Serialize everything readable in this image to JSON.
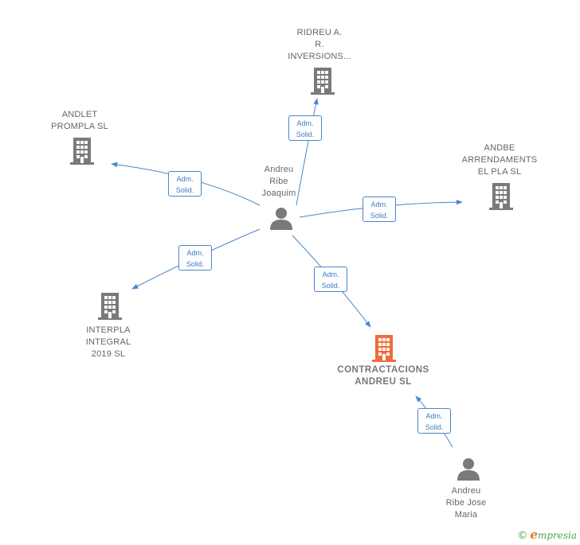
{
  "nodes": {
    "ridreu": {
      "lines": [
        "RIDREU A.",
        "R.",
        "INVERSIONS..."
      ]
    },
    "andlet": {
      "lines": [
        "ANDLET",
        "PROMPLA  SL"
      ]
    },
    "andbe": {
      "lines": [
        "ANDBE",
        "ARRENDAMENTS",
        "EL PLA  SL"
      ]
    },
    "interpla": {
      "lines": [
        "INTERPLA",
        "INTEGRAL",
        "2019  SL"
      ]
    },
    "contractacions": {
      "lines": [
        "CONTRACTACIONS",
        "ANDREU  SL"
      ]
    },
    "andreu_joaquim": {
      "lines": [
        "Andreu",
        "Ribe",
        "Joaquim"
      ]
    },
    "andreu_jose": {
      "lines": [
        "Andreu",
        "Ribe Jose",
        "Maria"
      ]
    }
  },
  "edge_label": [
    "Adm.",
    "Solid."
  ],
  "colors": {
    "company": "#7a7a7a",
    "company_main": "#f26a3d",
    "person": "#7a7a7a",
    "edge": "#4a86c8"
  },
  "brand": {
    "copyright": "©",
    "initial": "e",
    "rest": "mpresia"
  }
}
